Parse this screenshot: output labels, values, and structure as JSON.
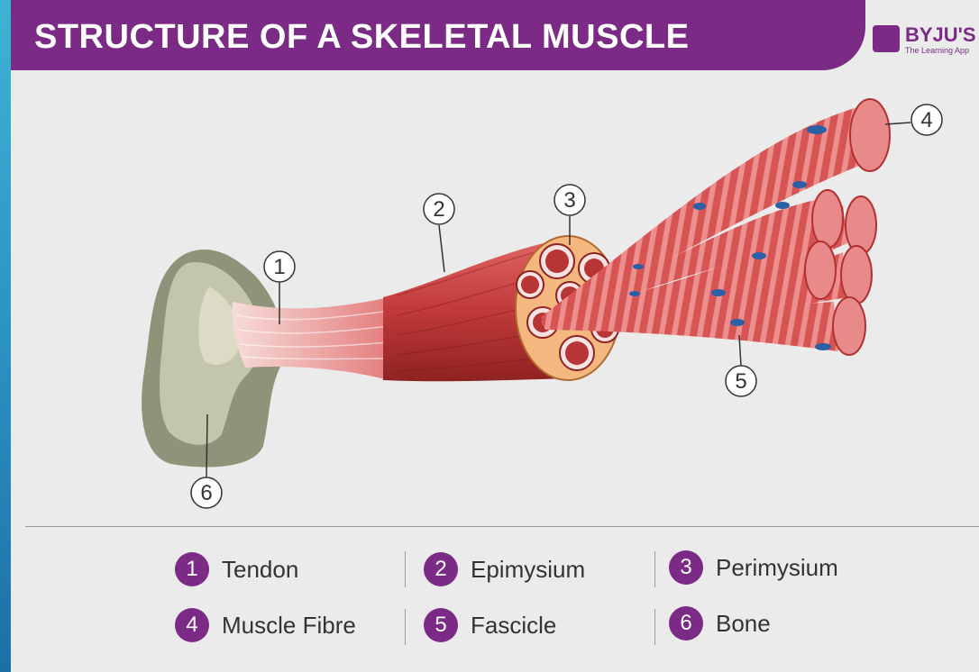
{
  "header": {
    "title": "STRUCTURE OF A SKELETAL MUSCLE",
    "brand_name": "BYJU'S",
    "brand_tagline": "The Learning App",
    "accent_color": "#7b2a86"
  },
  "callouts": [
    "1",
    "2",
    "3",
    "4",
    "5",
    "6"
  ],
  "legend": [
    {
      "number": "1",
      "label": "Tendon"
    },
    {
      "number": "2",
      "label": "Epimysium"
    },
    {
      "number": "3",
      "label": "Perimysium"
    },
    {
      "number": "4",
      "label": "Muscle Fibre"
    },
    {
      "number": "5",
      "label": "Fascicle"
    },
    {
      "number": "6",
      "label": "Bone"
    }
  ]
}
